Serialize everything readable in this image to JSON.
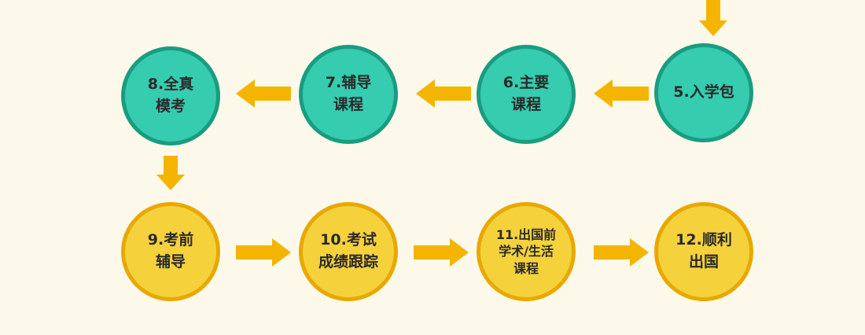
{
  "colors": {
    "background": "#fdf9ea",
    "teal_fill": "#35ccb0",
    "teal_border": "#1a9c80",
    "yellow_fill": "#f5d23c",
    "yellow_border": "#e8a800",
    "arrow": "#f4b400",
    "text": "#2a2a2a"
  },
  "nodes": {
    "n5": {
      "line1": "5.入学包"
    },
    "n6": {
      "line1": "6.主要",
      "line2": "课程"
    },
    "n7": {
      "line1": "7.辅导",
      "line2": "课程"
    },
    "n8": {
      "line1": "8.全真",
      "line2": "模考"
    },
    "n9": {
      "line1": "9.考前",
      "line2": "辅导"
    },
    "n10": {
      "line1": "10.考试",
      "line2": "成绩跟踪"
    },
    "n11": {
      "line1": "11.出国前",
      "line2": "学术/生活",
      "line3": "课程"
    },
    "n12": {
      "line1": "12.顺利",
      "line2": "出国"
    }
  }
}
